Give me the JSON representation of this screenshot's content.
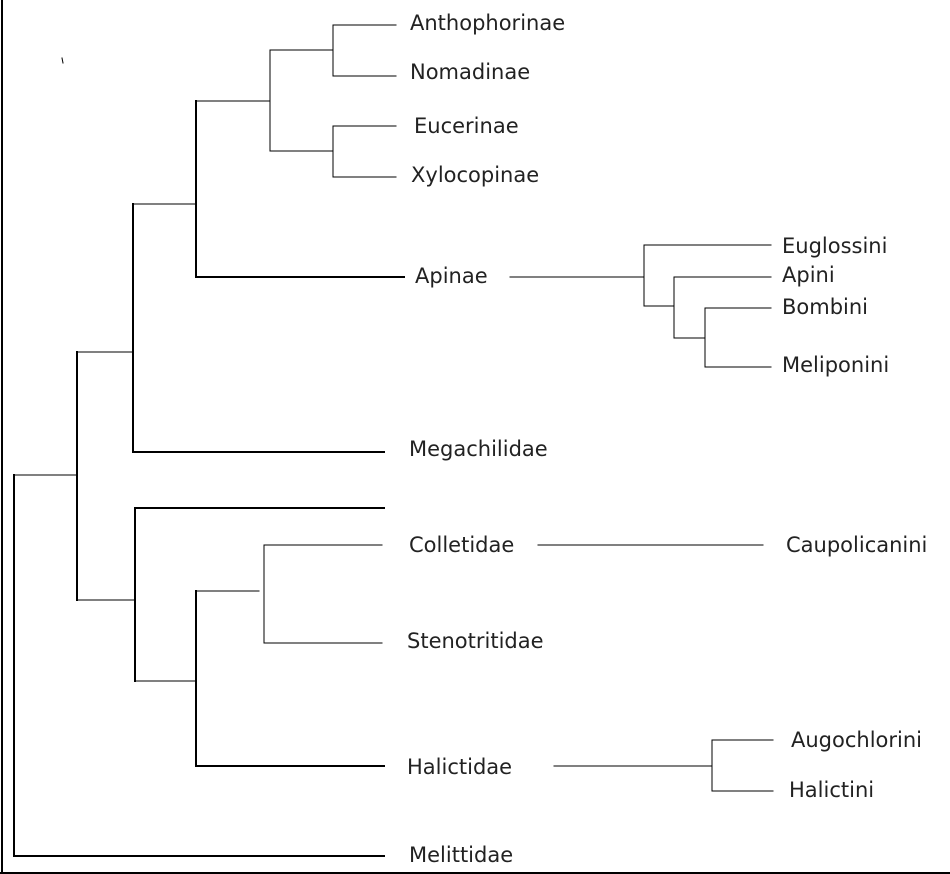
{
  "diagram": {
    "type": "phylogenetic-tree",
    "colors": {
      "line": "#000000",
      "text": "#222222",
      "background": "#ffffff"
    },
    "taxa": {
      "anthophorinae": "Anthophorinae",
      "nomadinae": "Nomadinae",
      "eucerinae": "Eucerinae",
      "xylocopinae": "Xylocopinae",
      "apinae": "Apinae",
      "euglossini": "Euglossini",
      "apini": "Apini",
      "bombini": "Bombini",
      "meliponini": "Meliponini",
      "megachilidae": "Megachilidae",
      "colletidae": "Colletidae",
      "caupolicanini": "Caupolicanini",
      "stenotritidae": "Stenotritidae",
      "halictidae": "Halictidae",
      "augochlorini": "Augochlorini",
      "halictini": "Halictini",
      "melittidae": "Melittidae"
    }
  }
}
